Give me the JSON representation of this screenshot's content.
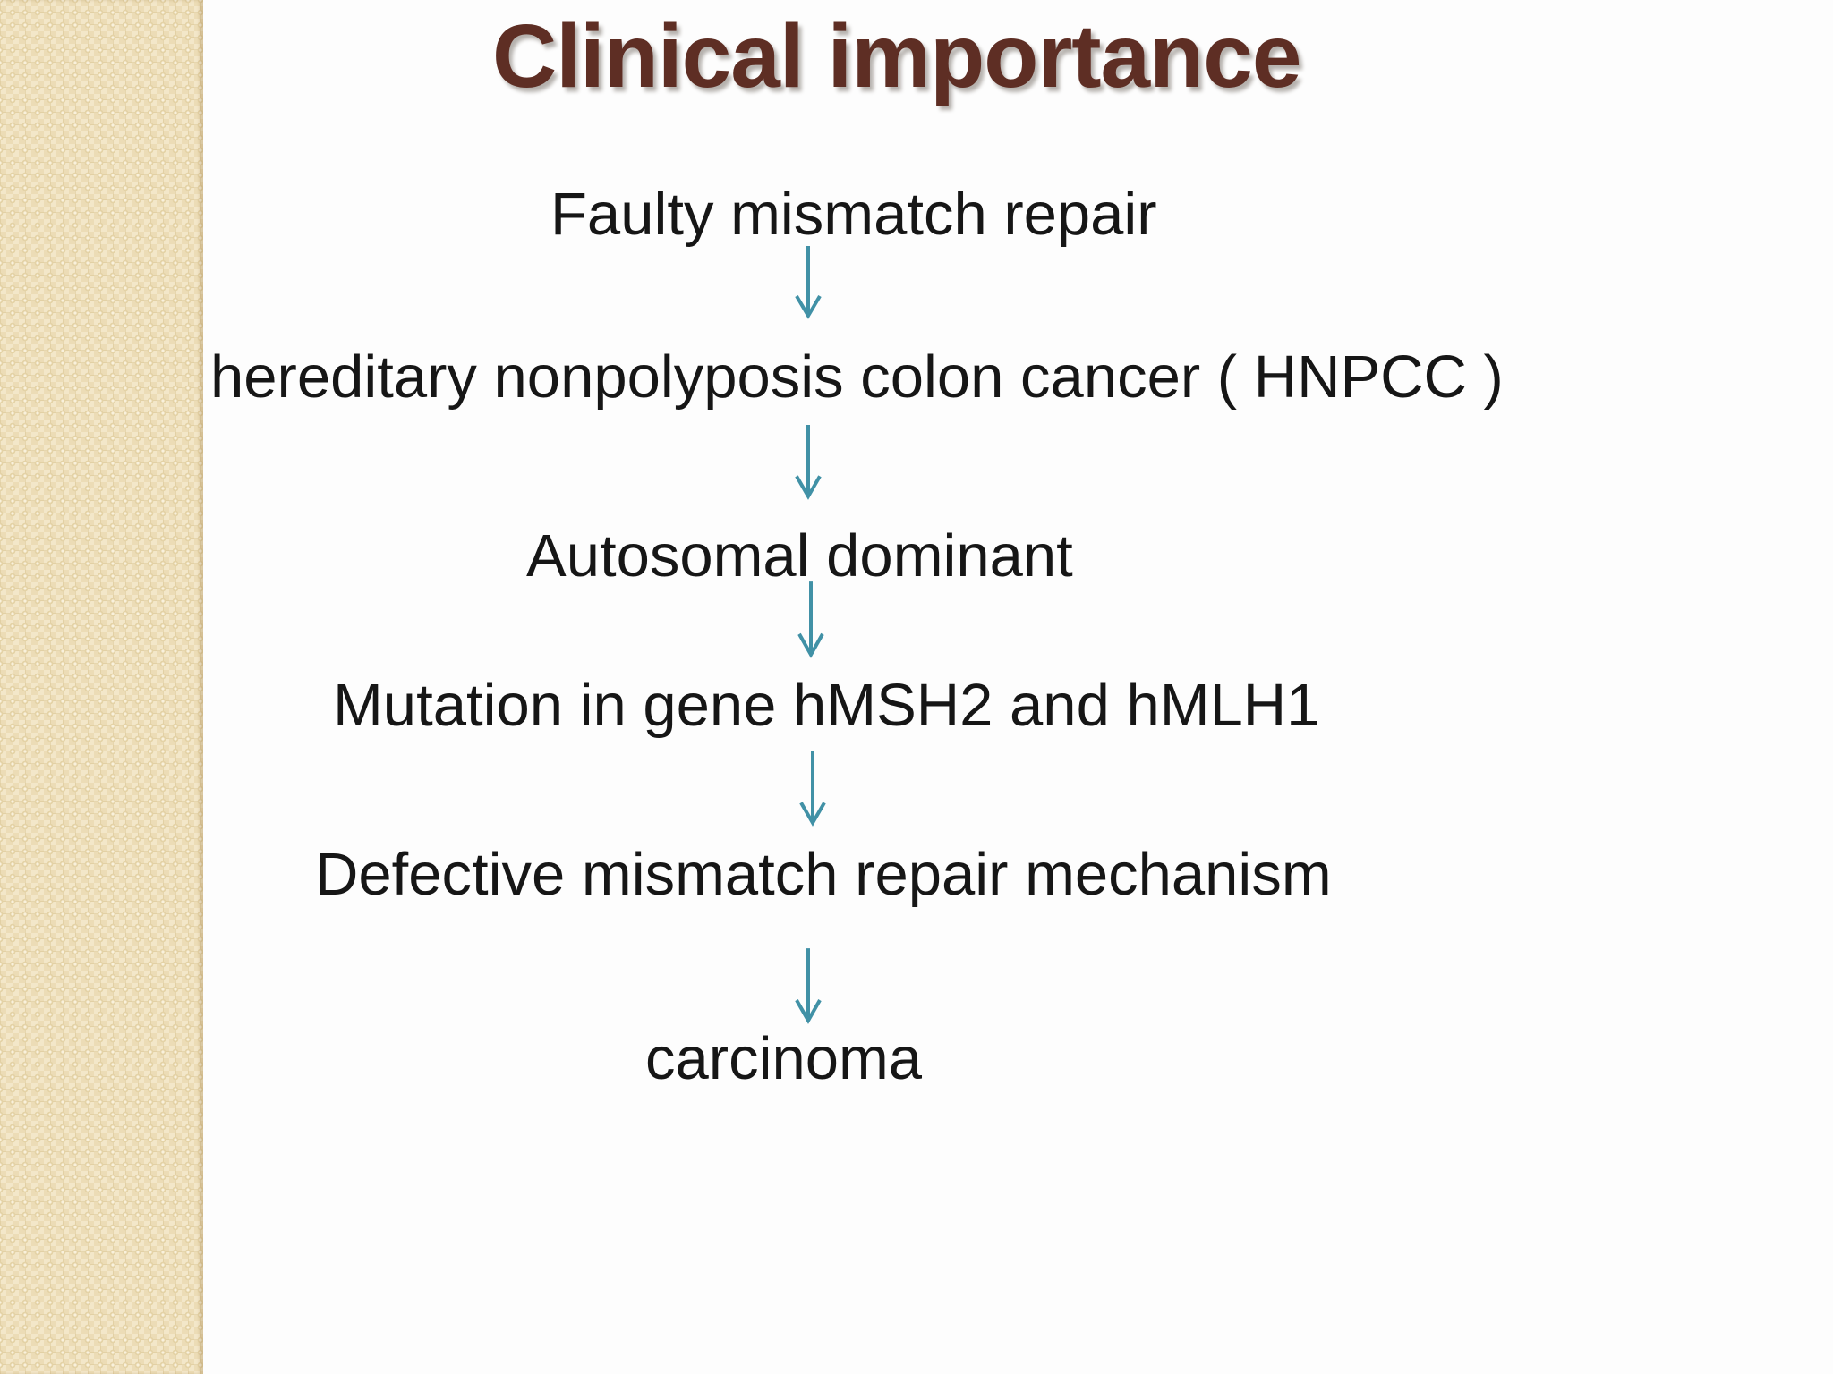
{
  "slide": {
    "title": "Clinical importance",
    "flow": {
      "connector": "down-arrow",
      "steps": [
        {
          "text": "Faulty mismatch repair"
        },
        {
          "text": "hereditary nonpolyposis colon cancer ( HNPCC )"
        },
        {
          "text": "Autosomal dominant"
        },
        {
          "text": "Mutation in gene hMSH2 and hMLH1"
        },
        {
          "text": "Defective mismatch repair mechanism"
        },
        {
          "text": "carcinoma"
        }
      ]
    },
    "colors": {
      "title_text": "#5e2e24",
      "body_text": "#161616",
      "arrow": "#4191a6",
      "sidebar_base": "#f1e4c5",
      "background": "#fdfdfd"
    }
  }
}
